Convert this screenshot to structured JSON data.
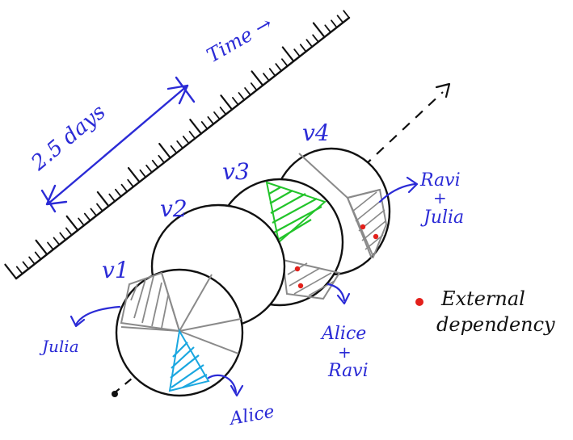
{
  "timeline": {
    "label": "Time →",
    "span_label": "2.5 days"
  },
  "versions": [
    {
      "id": "v1",
      "label": "v1"
    },
    {
      "id": "v2",
      "label": "v2"
    },
    {
      "id": "v3",
      "label": "v3"
    },
    {
      "id": "v4",
      "label": "v4"
    }
  ],
  "owners": {
    "julia": "Julia",
    "alice": "Alice",
    "alice_ravi": [
      "Alice",
      "+",
      "Ravi"
    ],
    "ravi_julia": [
      "Ravi",
      "+",
      "Julia"
    ]
  },
  "legend": {
    "line1": "External",
    "line2": "dependency"
  },
  "colors": {
    "ink": "#111111",
    "pen_blue": "#2b2bd6",
    "gray_hatch": "#8a8a8a",
    "green_hatch": "#22c42a",
    "blue_hatch": "#1aa7e0",
    "dependency_dot": "#e3201b"
  }
}
